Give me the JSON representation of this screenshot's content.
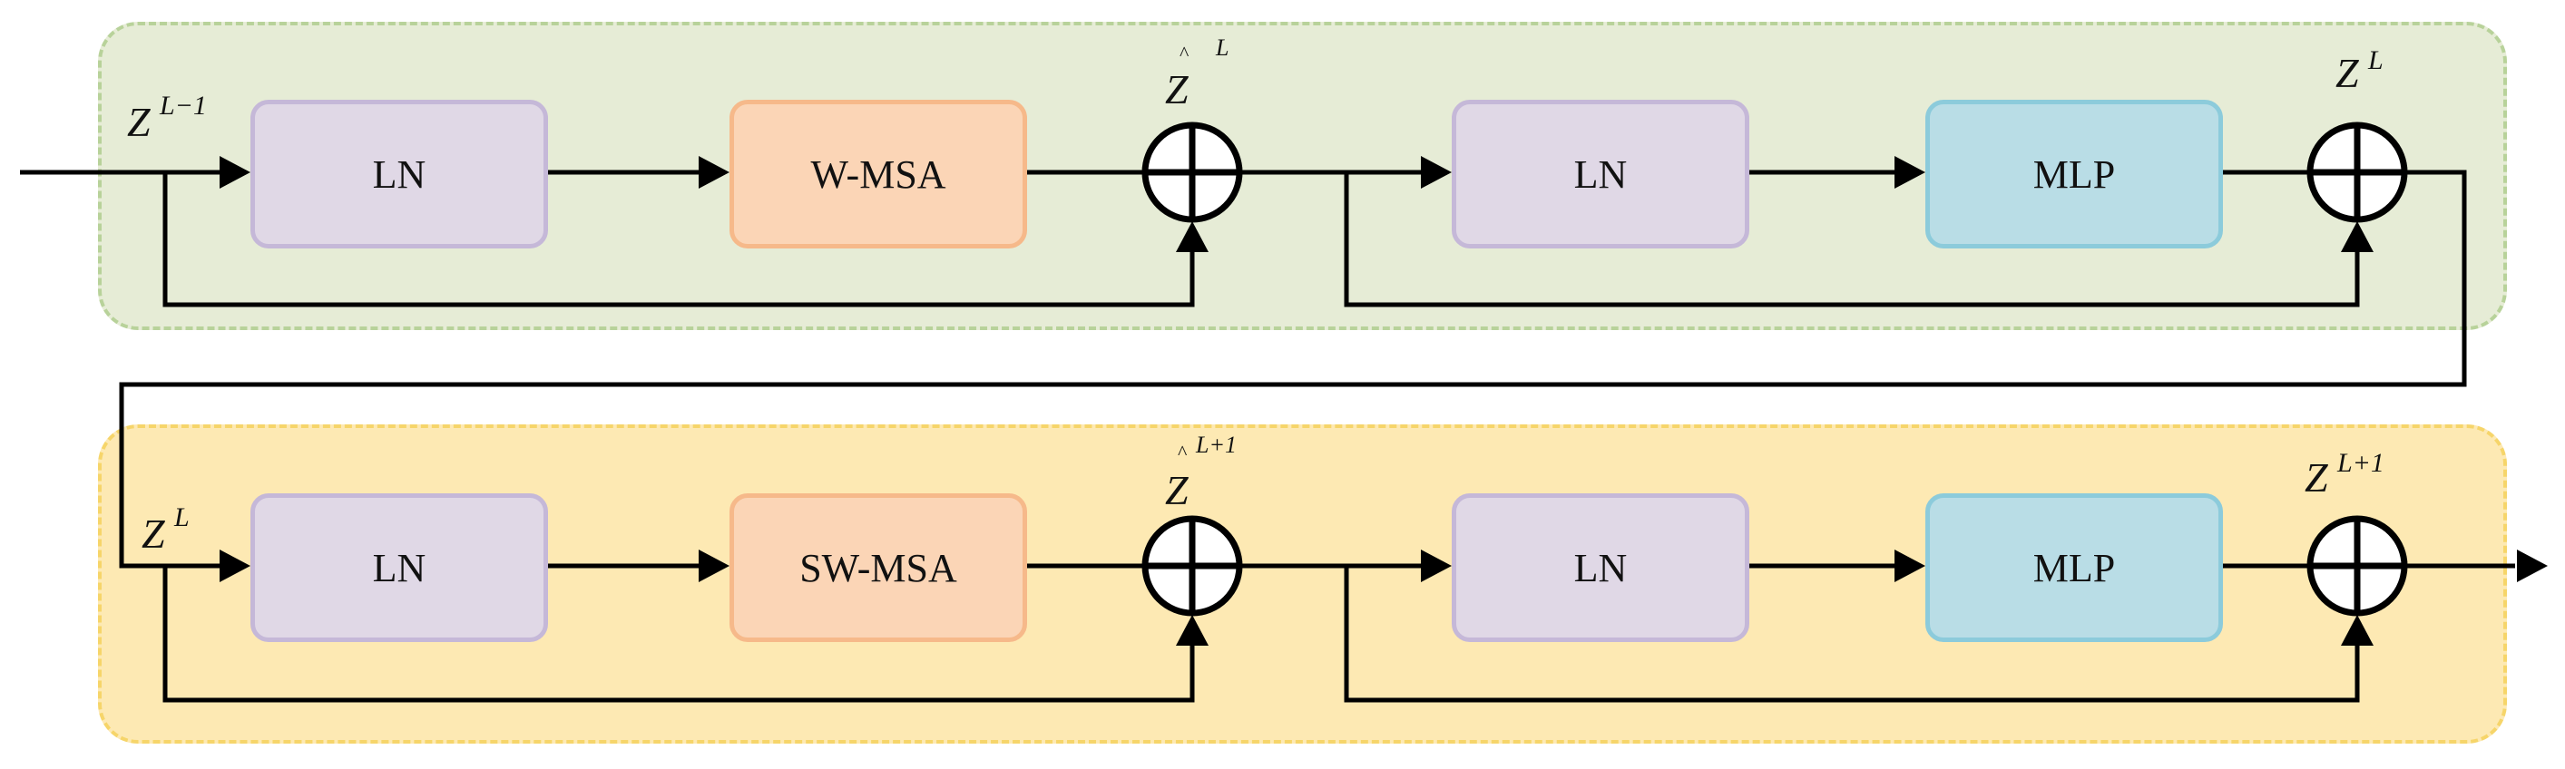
{
  "colors": {
    "group1_fill": "#e6ecd6",
    "group1_border": "#b8d29a",
    "group2_fill": "#fde9b3",
    "group2_border": "#f6d56a",
    "ln_fill": "#e0d8e6",
    "ln_border": "#c5b8d8",
    "msa_fill": "#fbd5b6",
    "msa_border": "#f6b98a",
    "mlp_fill": "#b9dde6",
    "mlp_border": "#8ccbdb",
    "line": "#000000"
  },
  "block1": {
    "input_label": {
      "base": "Z",
      "sup": "L−1"
    },
    "ln1": "LN",
    "attention": "W-MSA",
    "add1_label": {
      "base": "Z",
      "sup": "L",
      "hat": "^"
    },
    "ln2": "LN",
    "mlp": "MLP",
    "add2_label": {
      "base": "Z",
      "sup": "L"
    }
  },
  "block2": {
    "input_label": {
      "base": "Z",
      "sup": "L"
    },
    "ln1": "LN",
    "attention": "SW-MSA",
    "add1_label": {
      "base": "Z",
      "sup": "L+1",
      "hat": "^"
    },
    "ln2": "LN",
    "mlp": "MLP",
    "add2_label": {
      "base": "Z",
      "sup": "L+1"
    }
  },
  "sum_symbol": "⊕"
}
